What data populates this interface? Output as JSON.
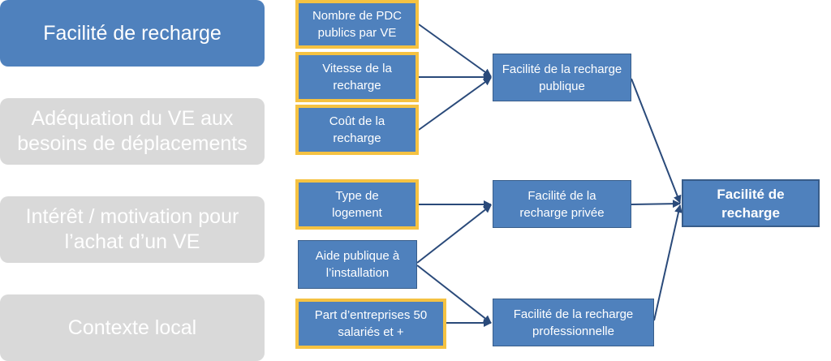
{
  "sidebar": {
    "items": [
      {
        "label": "Facilité de recharge",
        "active": true
      },
      {
        "label": "Adéquation du VE aux besoins de déplacements",
        "active": false
      },
      {
        "label": "Intérêt / motivation pour l’achat d’un VE",
        "active": false
      },
      {
        "label": "Contexte local",
        "active": false
      }
    ]
  },
  "diagram": {
    "factors": [
      {
        "label": "Nombre de PDC publics par VE"
      },
      {
        "label": "Vitesse de la recharge"
      },
      {
        "label": "Coût de la recharge"
      },
      {
        "label": "Type de logement"
      },
      {
        "label": "Aide publique à l’installation"
      },
      {
        "label": "Part d’entreprises 50 salariés et +"
      }
    ],
    "intermediate": [
      {
        "label": "Facilité de la recharge publique"
      },
      {
        "label": "Facilité de la recharge privée"
      },
      {
        "label": "Facilité de la recharge professionnelle"
      }
    ],
    "output": {
      "label": "Facilité de recharge"
    }
  },
  "colors": {
    "node_fill": "#4f81bd",
    "factor_border": "#f5c242",
    "inactive": "#d9d9d9",
    "arrow": "#2a4a7a"
  }
}
